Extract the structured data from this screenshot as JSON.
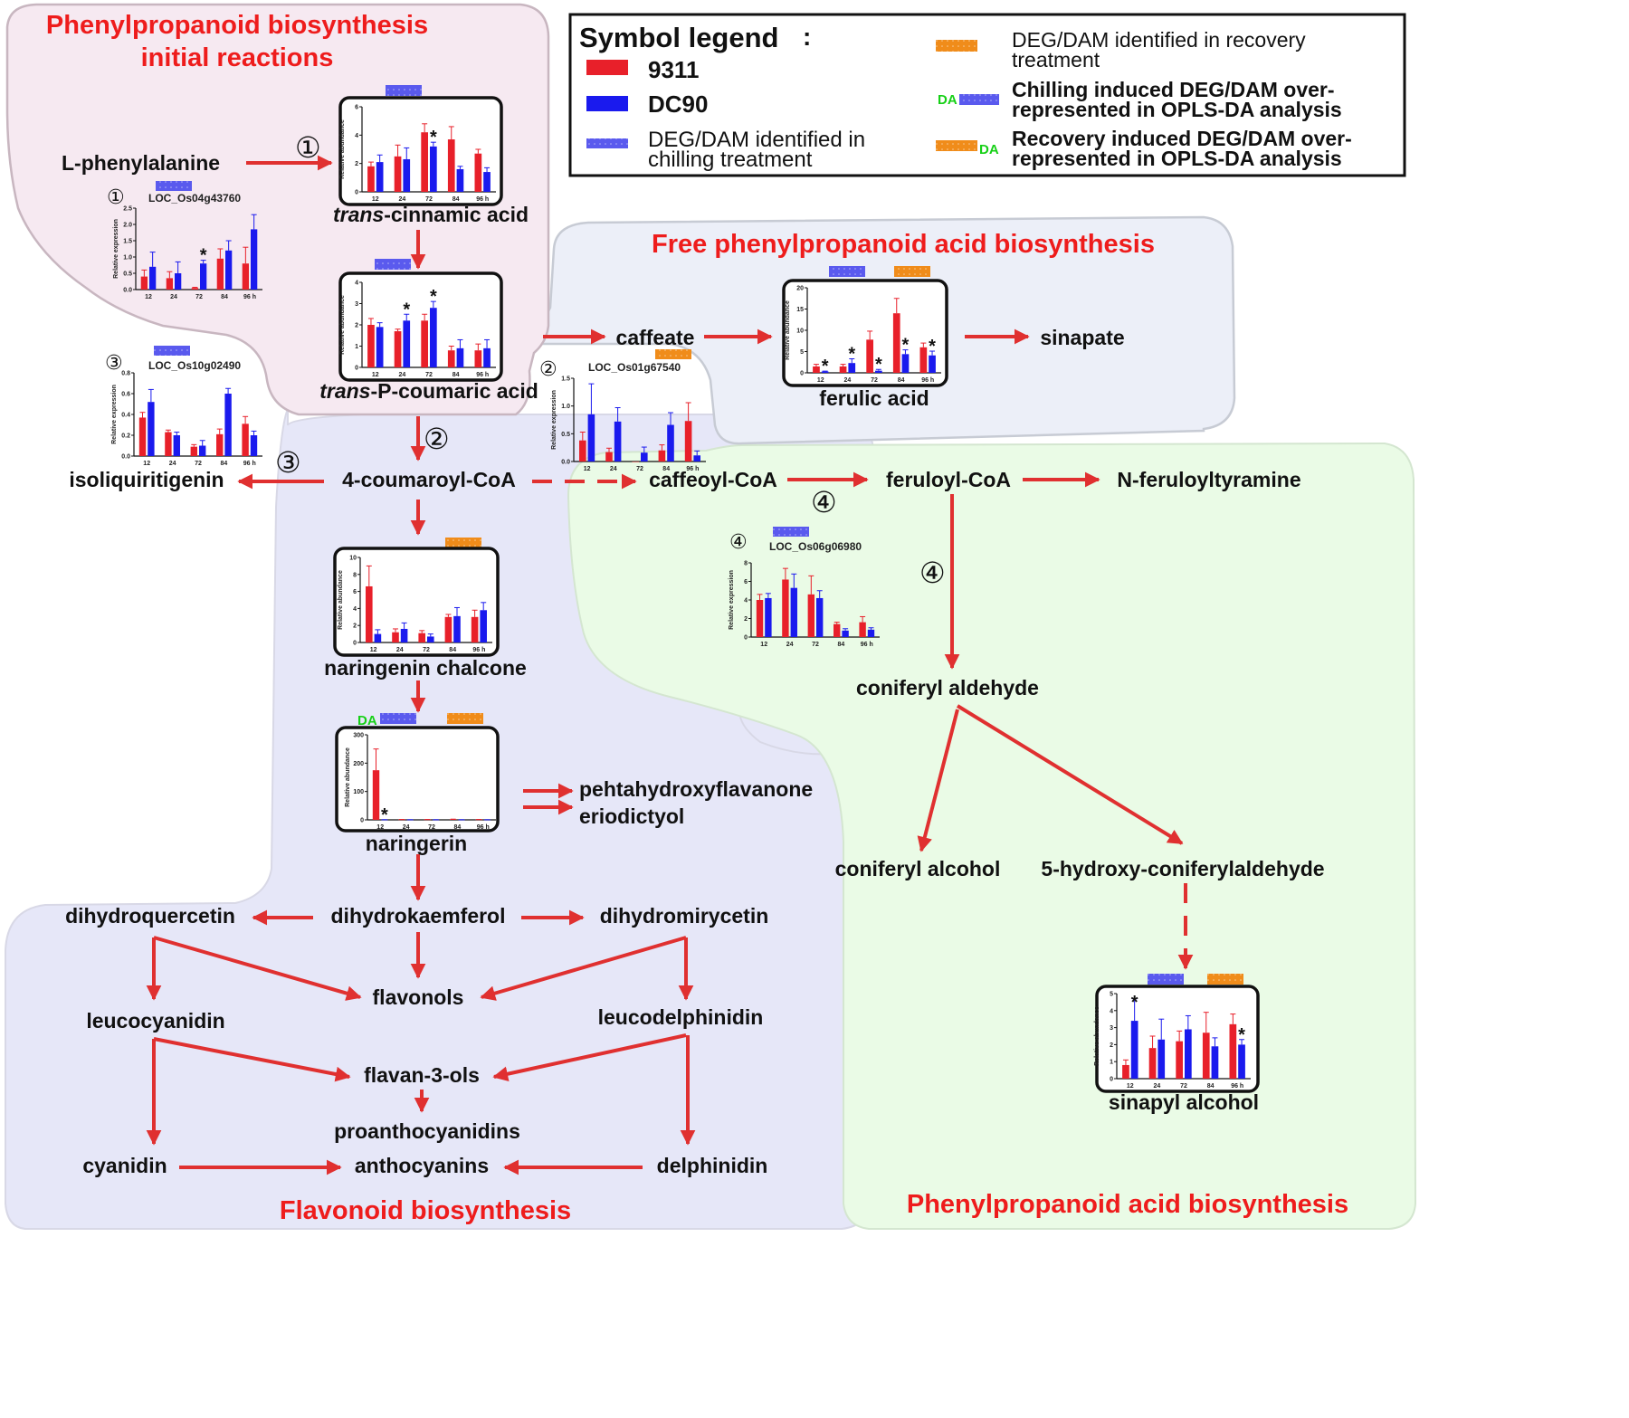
{
  "colors": {
    "red": "#e8202a",
    "blue": "#1a1aee",
    "orange": "#f08c1a",
    "deg_blue": "#5a5aee",
    "da_green": "#16d016",
    "arrow": "#e03030",
    "title": "#ee1c1c",
    "pink_region": "#f6e9f1",
    "lavender_region": "#e6e7f8",
    "light_blue_region": "#eceff8",
    "green_region": "#eafbe6"
  },
  "legend": {
    "title": "Symbol legend",
    "colon": ":",
    "item_9311": "9311",
    "item_dc90": "DC90",
    "deg_chilling_l1": "DEG/DAM identified in",
    "deg_chilling_l2": "chilling treatment",
    "deg_recovery_l1": "DEG/DAM identified in recovery",
    "deg_recovery_l2": "treatment",
    "chill_opls_l1": "Chilling induced DEG/DAM over-",
    "chill_opls_l2": "represented in OPLS-DA analysis",
    "recov_opls_l1": "Recovery induced DEG/DAM over-",
    "recov_opls_l2": "represented in OPLS-DA analysis",
    "da": "DA"
  },
  "regions": {
    "initial_l1": "Phenylpropanoid biosynthesis",
    "initial_l2": "initial reactions",
    "free": "Free phenylpropanoid acid biosynthesis",
    "flavonoid": "Flavonoid biosynthesis",
    "acid": "Phenylpropanoid acid biosynthesis"
  },
  "enzymes": {
    "e1": "①",
    "e2": "②",
    "e3": "③",
    "e4": "④"
  },
  "molecules": {
    "l_phenylalanine": "L-phenylalanine",
    "trans_cinnamic_italic": "trans",
    "trans_cinnamic_rest": "-cinnamic acid",
    "trans_coumaric_italic": "trans",
    "trans_coumaric_rest": "-P-coumaric acid",
    "coumaroyl_coa": "4-coumaroyl-CoA",
    "isoliquiritigenin": "isoliquiritigenin",
    "caffeate": "caffeate",
    "ferulic_acid": "ferulic acid",
    "sinapate": "sinapate",
    "caffeoyl_coa": "caffeoyl-CoA",
    "feruloyl_coa": "feruloyl-CoA",
    "n_feruloyltyramine": "N-feruloyltyramine",
    "naringenin_chalcone": "naringenin chalcone",
    "naringerin": "naringerin",
    "pehtahydroxyflavanone": "pehtahydroxyflavanone",
    "eriodictyol": "eriodictyol",
    "coniferyl_aldehyde": "coniferyl aldehyde",
    "coniferyl_alcohol": "coniferyl alcohol",
    "hydroxy_coniferylaldehyde": "5-hydroxy-coniferylaldehyde",
    "sinapyl_alcohol": "sinapyl alcohol",
    "dihydroquercetin": "dihydroquercetin",
    "dihydrokaemferol": "dihydrokaemferol",
    "dihydromirycetin": "dihydromirycetin",
    "flavonols": "flavonols",
    "leucocyanidin": "leucocyanidin",
    "leucodelphinidin": "leucodelphinidin",
    "flavan_3_ols": "flavan-3-ols",
    "proanthocyanidins": "proanthocyanidins",
    "cyanidin": "cyanidin",
    "anthocyanins": "anthocyanins",
    "delphinidin": "delphinidin"
  },
  "chart_data": [
    {
      "id": "cinnamic",
      "type": "bar",
      "framed": true,
      "ylabel": "Relative abundance",
      "categories": [
        "12",
        "24",
        "72",
        "84",
        "96 h"
      ],
      "ylim": [
        0,
        6
      ],
      "yticks": [
        "0",
        "2",
        "4",
        "6"
      ],
      "series": [
        {
          "name": "9311",
          "values": [
            1.8,
            2.5,
            4.2,
            3.7,
            2.7
          ],
          "errors": [
            0.3,
            0.8,
            0.6,
            0.9,
            0.3
          ]
        },
        {
          "name": "DC90",
          "values": [
            2.1,
            2.3,
            3.2,
            1.6,
            1.4
          ],
          "errors": [
            0.5,
            0.8,
            0.3,
            0.2,
            0.3
          ]
        }
      ],
      "stars": [
        {
          "series": 1,
          "index": 2
        }
      ]
    },
    {
      "id": "coumaric",
      "type": "bar",
      "framed": true,
      "ylabel": "Relative abundance",
      "categories": [
        "12",
        "24",
        "72",
        "84",
        "96 h"
      ],
      "ylim": [
        0,
        4
      ],
      "yticks": [
        "0",
        "1",
        "2",
        "3",
        "4"
      ],
      "series": [
        {
          "name": "9311",
          "values": [
            2.0,
            1.7,
            2.2,
            0.8,
            0.8
          ],
          "errors": [
            0.3,
            0.1,
            0.3,
            0.2,
            0.3
          ]
        },
        {
          "name": "DC90",
          "values": [
            1.9,
            2.2,
            2.8,
            0.9,
            0.9
          ],
          "errors": [
            0.2,
            0.3,
            0.3,
            0.4,
            0.4
          ]
        }
      ],
      "stars": [
        {
          "series": 1,
          "index": 1
        },
        {
          "series": 1,
          "index": 2
        }
      ]
    },
    {
      "id": "os04g43760",
      "type": "bar",
      "framed": false,
      "gene": "LOC_Os04g43760",
      "ylabel": "Relative expression",
      "categories": [
        "12",
        "24",
        "72",
        "84",
        "96 h"
      ],
      "ylim": [
        0,
        2.5
      ],
      "yticks": [
        "0.0",
        "0.5",
        "1.0",
        "1.5",
        "2.0",
        "2.5"
      ],
      "series": [
        {
          "name": "9311",
          "values": [
            0.4,
            0.35,
            0.05,
            0.95,
            0.8
          ],
          "errors": [
            0.2,
            0.2,
            0.02,
            0.3,
            0.5
          ]
        },
        {
          "name": "DC90",
          "values": [
            0.7,
            0.5,
            0.8,
            1.2,
            1.85
          ],
          "errors": [
            0.45,
            0.35,
            0.1,
            0.3,
            0.45
          ]
        }
      ],
      "stars": [
        {
          "series": 1,
          "index": 2
        }
      ]
    },
    {
      "id": "os10g02490",
      "type": "bar",
      "framed": false,
      "gene": "LOC_Os10g02490",
      "ylabel": "Relative expression",
      "categories": [
        "12",
        "24",
        "72",
        "84",
        "96 h"
      ],
      "ylim": [
        0,
        0.8
      ],
      "yticks": [
        "0.0",
        "0.2",
        "0.4",
        "0.6",
        "0.8"
      ],
      "series": [
        {
          "name": "9311",
          "values": [
            0.37,
            0.23,
            0.09,
            0.21,
            0.31
          ],
          "errors": [
            0.05,
            0.02,
            0.02,
            0.05,
            0.07
          ]
        },
        {
          "name": "DC90",
          "values": [
            0.52,
            0.2,
            0.1,
            0.6,
            0.2
          ],
          "errors": [
            0.12,
            0.03,
            0.05,
            0.05,
            0.04
          ]
        }
      ],
      "stars": []
    },
    {
      "id": "os01g67540",
      "type": "bar",
      "framed": false,
      "gene": "LOC_Os01g67540",
      "ylabel": "Relative expression",
      "categories": [
        "12",
        "24",
        "72",
        "84",
        "96 h"
      ],
      "ylim": [
        0,
        1.5
      ],
      "yticks": [
        "0.0",
        "0.5",
        "1.0",
        "1.5"
      ],
      "series": [
        {
          "name": "9311",
          "values": [
            0.38,
            0.17,
            0.0,
            0.2,
            0.73
          ],
          "errors": [
            0.15,
            0.07,
            0.0,
            0.1,
            0.33
          ]
        },
        {
          "name": "DC90",
          "values": [
            0.85,
            0.72,
            0.16,
            0.66,
            0.11
          ],
          "errors": [
            0.55,
            0.25,
            0.1,
            0.22,
            0.08
          ]
        }
      ],
      "stars": []
    },
    {
      "id": "ferulic",
      "type": "bar",
      "framed": true,
      "ylabel": "Relative abundance",
      "categories": [
        "12",
        "24",
        "72",
        "84",
        "96 h"
      ],
      "ylim": [
        0,
        20
      ],
      "yticks": [
        "0",
        "5",
        "10",
        "15",
        "20"
      ],
      "series": [
        {
          "name": "9311",
          "values": [
            1.5,
            1.5,
            7.8,
            14.0,
            6.0
          ],
          "errors": [
            0.5,
            0.5,
            2.0,
            3.5,
            1.0
          ]
        },
        {
          "name": "DC90",
          "values": [
            0.3,
            2.3,
            0.5,
            4.4,
            4.1
          ],
          "errors": [
            0.1,
            1.0,
            0.3,
            1.0,
            1.0
          ]
        }
      ],
      "stars": [
        {
          "series": 1,
          "index": 0
        },
        {
          "series": 1,
          "index": 1
        },
        {
          "series": 1,
          "index": 2
        },
        {
          "series": 1,
          "index": 3
        },
        {
          "series": 1,
          "index": 4
        }
      ]
    },
    {
      "id": "os06g06980",
      "type": "bar",
      "framed": false,
      "gene": "LOC_Os06g06980",
      "ylabel": "Relative expression",
      "categories": [
        "12",
        "24",
        "72",
        "84",
        "96 h"
      ],
      "ylim": [
        0,
        8
      ],
      "yticks": [
        "0",
        "2",
        "4",
        "6",
        "8"
      ],
      "series": [
        {
          "name": "9311",
          "values": [
            4.0,
            6.2,
            4.6,
            1.4,
            1.6
          ],
          "errors": [
            0.6,
            1.2,
            2.0,
            0.2,
            0.6
          ]
        },
        {
          "name": "DC90",
          "values": [
            4.2,
            5.3,
            4.2,
            0.7,
            0.8
          ],
          "errors": [
            0.5,
            1.5,
            0.8,
            0.2,
            0.2
          ]
        }
      ],
      "stars": []
    },
    {
      "id": "chalcone",
      "type": "bar",
      "framed": true,
      "ylabel": "Relative abundance",
      "categories": [
        "12",
        "24",
        "72",
        "84",
        "96 h"
      ],
      "ylim": [
        0,
        10
      ],
      "yticks": [
        "0",
        "2",
        "4",
        "6",
        "8",
        "10"
      ],
      "series": [
        {
          "name": "9311",
          "values": [
            6.6,
            1.2,
            1.1,
            3.0,
            3.0
          ],
          "errors": [
            2.4,
            0.4,
            0.3,
            0.3,
            0.8
          ]
        },
        {
          "name": "DC90",
          "values": [
            1.0,
            1.6,
            0.7,
            3.1,
            3.8
          ],
          "errors": [
            0.5,
            0.7,
            0.3,
            1.0,
            0.9
          ]
        }
      ],
      "stars": []
    },
    {
      "id": "naringerin",
      "type": "bar",
      "framed": true,
      "ylabel": "Relative abundance",
      "categories": [
        "12",
        "24",
        "72",
        "84",
        "96 h"
      ],
      "ylim": [
        0,
        300
      ],
      "yticks": [
        "0",
        "100",
        "200",
        "300"
      ],
      "series": [
        {
          "name": "9311",
          "values": [
            175,
            1,
            1,
            2,
            1
          ],
          "errors": [
            75,
            0.5,
            0.5,
            0.5,
            0.5
          ]
        },
        {
          "name": "DC90",
          "values": [
            0.5,
            0.5,
            0.5,
            0.5,
            0.5
          ],
          "errors": [
            0.2,
            0.2,
            0.2,
            0.2,
            0.2
          ]
        }
      ],
      "stars": [
        {
          "series": 1,
          "index": 0
        }
      ]
    },
    {
      "id": "sinapyl",
      "type": "bar",
      "framed": true,
      "ylabel": "Relative abundance",
      "categories": [
        "12",
        "24",
        "72",
        "84",
        "96 h"
      ],
      "ylim": [
        0,
        5
      ],
      "yticks": [
        "0",
        "1",
        "2",
        "3",
        "4",
        "5"
      ],
      "series": [
        {
          "name": "9311",
          "values": [
            0.8,
            1.8,
            2.2,
            2.7,
            3.2
          ],
          "errors": [
            0.3,
            0.7,
            0.6,
            1.2,
            0.6
          ]
        },
        {
          "name": "DC90",
          "values": [
            3.4,
            2.3,
            2.9,
            1.9,
            2.0
          ],
          "errors": [
            1.3,
            1.2,
            0.8,
            0.5,
            0.3
          ]
        }
      ],
      "stars": [
        {
          "series": 1,
          "index": 0
        },
        {
          "series": 1,
          "index": 4
        }
      ]
    }
  ]
}
